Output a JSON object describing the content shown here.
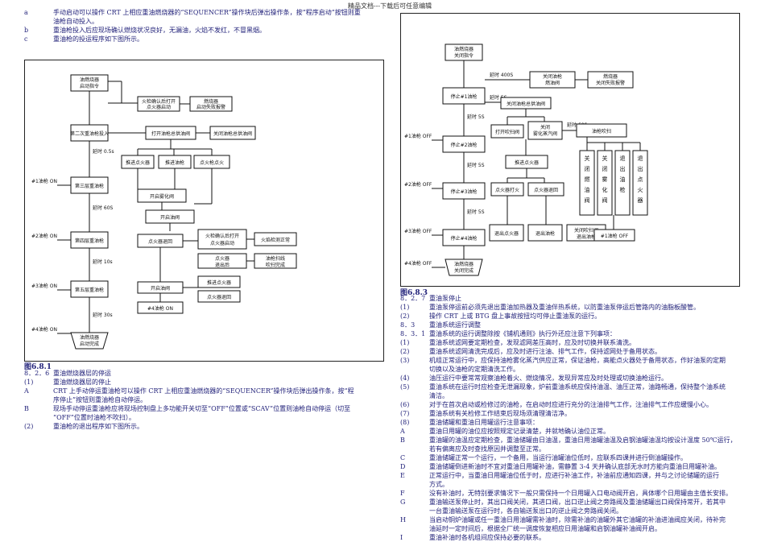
{
  "header": "精品文档---下载后可任意编辑",
  "left_top": [
    {
      "m": "a",
      "t": "手动启动可以操作 CRT 上相应重油燃烧器的“SEQUENCER”操作块后弹出操作条，按“程序启动”按钮则重"
    },
    {
      "m": "",
      "t": "油枪自动投入。"
    },
    {
      "m": "b",
      "t": "重油枪投入后应现场确认燃烧状况良好，无漏油，火焰不发红，不冒黑烟。"
    },
    {
      "m": "c",
      "t": "重油枪的投运程序如下图所示。"
    }
  ],
  "fig1": {
    "label": "图6.8.1",
    "boxes": {
      "start": "油燃烧器\n启动指令",
      "b2": "第二次重油枪投入",
      "b3": "第三层重油枪",
      "b4": "第四层重油枪",
      "b5": "第五层重油枪",
      "b6": "油燃烧器\n启动完成",
      "open_valve": "打开油枪总供油阀",
      "shutoff": "关闭油枪总供油阀",
      "ign1": "推进点火器",
      "ign2": "推进油枪",
      "ign3": "点火枪点火",
      "fb1": "火检确认后打开\n点火器启动",
      "fb2": "燃烧器\n启动失败报警",
      "wait1": "开启雾化阀",
      "wait2": "开启油阀",
      "fire_ok": "火焰检测正常",
      "fire_fail": "点火器退回",
      "stop1": "点火器\n退出后",
      "stop2": "油枪扫线\n吹扫完成"
    },
    "notes": {
      "n1": "延时 0.5s",
      "n2": "延时 60S",
      "n3": "延时 10s",
      "n4": "延时 30s",
      "n5": "#1油枪 ON",
      "n6": "#2油枪 ON",
      "n7": "#3油枪 ON",
      "n8": "#4油枪 ON"
    }
  },
  "left_bottom": [
    {
      "m": "8．2．6",
      "t": "重油燃烧器层的停运"
    },
    {
      "m": "(1)",
      "t": "重油燃烧器层的停止"
    },
    {
      "m": "A",
      "t": "CRT 上手动停运重油枪可以操作 CRT 上相应重油燃烧器的“SEQUENCER”操作块后弹出操作条，按“程"
    },
    {
      "m": "",
      "t": "序停止”按钮则重油枪自动停运。"
    },
    {
      "m": "B",
      "t": "现场手动停运重油枪应将现场控制盘上多功能开关切至“OFF”位置或“SCAV”位置则油枪自动停运（切至"
    },
    {
      "m": "",
      "t": "“OFF”位置时油枪不吹扫）。"
    },
    {
      "m": "(2)",
      "t": "重油枪的退出程序如下图所示。"
    }
  ],
  "fig3": {
    "label": "图6.8.3",
    "boxes": {
      "start": "油燃烧器\n关闭指令",
      "s1": "停止#1油枪",
      "s2": "停止#2油枪",
      "s3": "停止#3油枪",
      "s4": "停止#4油枪",
      "done": "油燃烧器\n关闭完成",
      "close_main": "关闭油枪总供油阀",
      "r1": "关闭油枪\n燃油阀",
      "r2": "关闭\n雾化蒸汽阀",
      "r3": "打开吹扫阀",
      "r4": "推进点火器",
      "r5": "点火器打火",
      "r6": "点火器退回",
      "r7": "油枪吹扫",
      "r8": "关闭吹扫阀\n退出油枪",
      "alarm": "燃烧器\n关闭失败报警",
      "col1": "关闭燃油阀",
      "col2": "关闭雾化阀",
      "col3": "退出油枪",
      "col4": "退出点火器"
    },
    "notes": {
      "n1": "延时 400S",
      "n2": "延时 5S",
      "n3": "延时 60S",
      "n4": "#1油枪 OFF",
      "n5": "#2油枪 OFF",
      "n6": "#3油枪 OFF",
      "n7": "#4油枪 OFF",
      "n8": "#1油枪 OFF"
    }
  },
  "right_text": [
    {
      "m": "8．2．7",
      "t": "重油泵停止",
      "c": "num"
    },
    {
      "m": "(1)",
      "t": "重油泵停运前必须先退出重油加热器及重油伴热系统，以防重油泵停运后管路内的油脂板酸管。"
    },
    {
      "m": "(2)",
      "t": "操作 CRT 上或 BTG 盘上事故按扭均可停止重油泵的运行。"
    },
    {
      "m": "8．3",
      "t": "重油系统运行调整"
    },
    {
      "m": "8．3．1",
      "t": "重油系统的运行调整除按《铺机通则》执行外还应注意下列事项："
    },
    {
      "m": "(1)",
      "t": "重油系统滤网要定期检查，发现滤网差压高时，应及时切换并联系清洗。"
    },
    {
      "m": "(2)",
      "t": "重油系统滤网清洗完成后，应及时进行注油、排气工作，保持滤网处于备用状态。"
    },
    {
      "m": "(3)",
      "t": "机组正常运行中，应保持油枪雾化蒸汽供应正常，保证油枪，高能点火器处于备用状态，作好油泵的定期"
    },
    {
      "m": "",
      "t": "切换以及油枪的定期清洗工作。"
    },
    {
      "m": "(4)",
      "t": "油压运行中要常常观察油枪着火、燃烧情况，发现异常应及时处理或切换油枪运行。"
    },
    {
      "m": "(5)",
      "t": "重油系统在运行时应检查无泄漏现象，炉前重油系统应保持油温、油压正常，油路畅通，保持整个油系统"
    },
    {
      "m": "",
      "t": "清洁。"
    },
    {
      "m": "(6)",
      "t": "对于在首次启动或检修过的油枪，在启动时应进行充分的注油排气工作，注油排气工作应缓慢小心。"
    },
    {
      "m": "(7)",
      "t": "重油系统有关检修工作结束后现场须清理清洁净。"
    },
    {
      "m": "(8)",
      "t": "重油储罐和重油日用罐运行注意事项："
    },
    {
      "m": "A",
      "t": "重油日用罐的油位应按照规定记录清楚，并就地确认油位正常。"
    },
    {
      "m": "B",
      "t": "重油罐的油温应定期检查，重油储罐由日油温，重油日用油罐油温及启钢油罐油温均按设计温度 50℃运行，"
    },
    {
      "m": "",
      "t": "若有偏离应及时查找原因并调整至正常。"
    },
    {
      "m": "C",
      "t": "重油储罐正常一个运行，一个备用，当运行油罐油位低时，应联系四课并进行倒油罐操作。"
    },
    {
      "m": "D",
      "t": "重油储罐倒进新油时不宜对重油日用罐补油，需静置 3-4 天并确认底部无水时方能向重油日用罐补油。"
    },
    {
      "m": "E",
      "t": "正常运行中，当重油日用罐油位低于时，应进行补油工作，补油前应通知四课，并与之讨论储罐的运行"
    },
    {
      "m": "",
      "t": "方式。"
    },
    {
      "m": "F",
      "t": "没有补油时，无特别要求情况下一般只需保持一个日用罐入口电动阀开启，具体哪个日用罐由主值长安排。"
    },
    {
      "m": "G",
      "t": "重油输送泵停止时，其出口阀关闭，其进口阀，出口逆止阀之旁路阀及重油储罐出口阀保持常开，若其中"
    },
    {
      "m": "",
      "t": "一台重油输送泵在运行时，各自输送泵出口的逆止阀之旁路阀关闭。"
    },
    {
      "m": "H",
      "t": "当启动铜炉油罐或任一重油日用油罐需补油时，除需补油的油罐外其它油罐的补油进油阀应关闭，待补完"
    },
    {
      "m": "",
      "t": "油延时一定时间后，根据全厂统一调度恢复相应日用油罐和启钢油罐补油阀开启。"
    },
    {
      "m": "I",
      "t": "重油补油时各机组间应保持必要的联系。"
    }
  ]
}
